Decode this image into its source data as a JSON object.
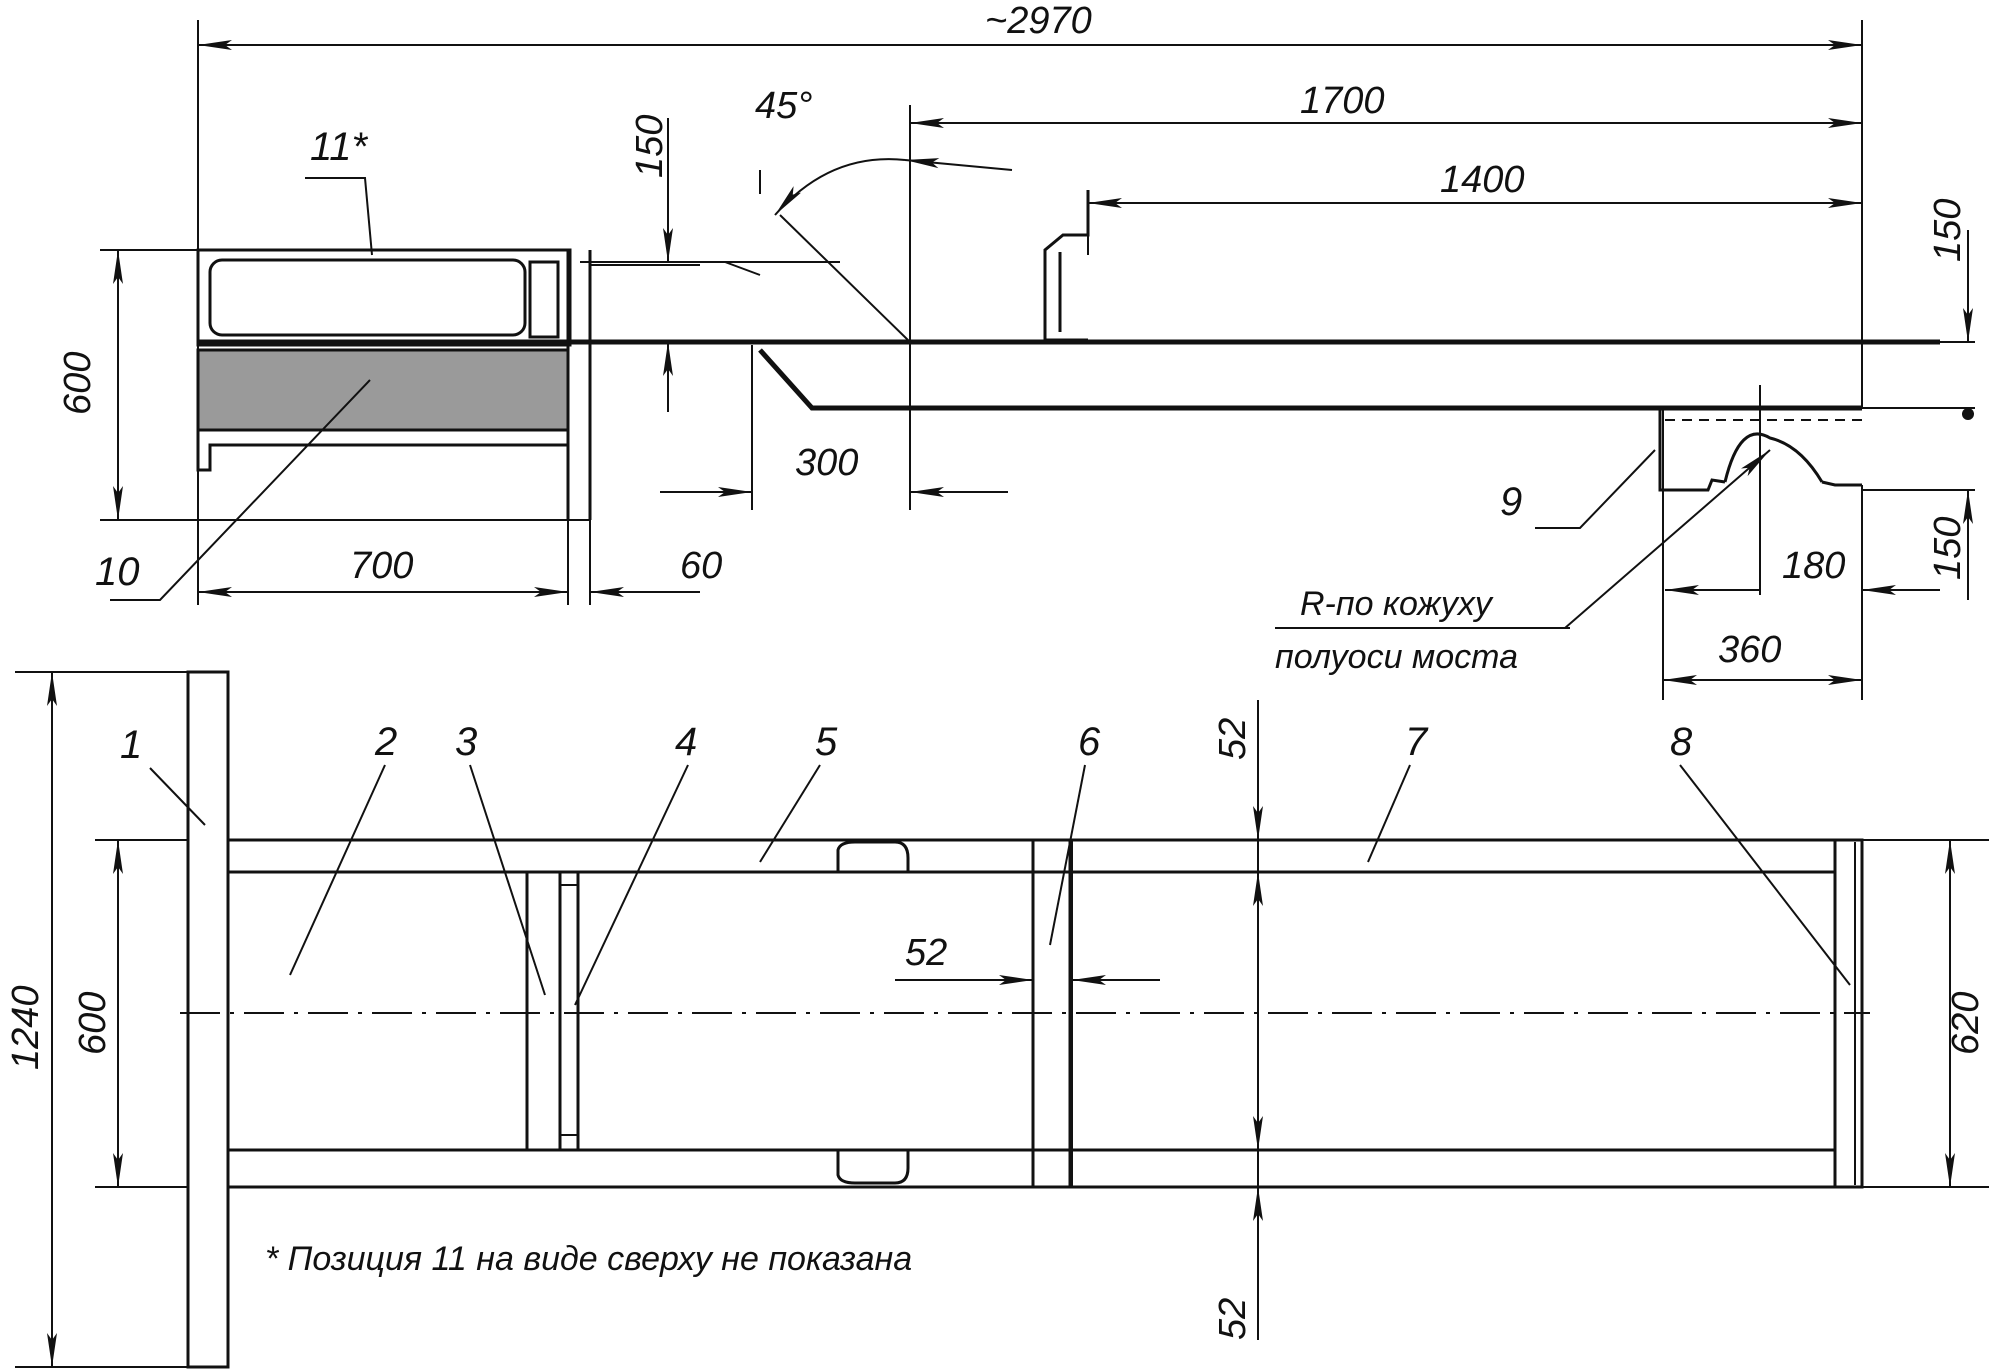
{
  "dimensions": {
    "overall_length": "~2970",
    "length_1700": "1700",
    "length_1400": "1400",
    "angle_45": "45°",
    "height_150_left": "150",
    "height_150_right_top": "150",
    "height_150_right_bottom": "150",
    "height_600_side": "600",
    "length_300": "300",
    "length_700": "700",
    "length_60": "60",
    "width_180": "180",
    "width_360": "360",
    "height_1240": "1240",
    "height_600_top": "600",
    "width_620": "620",
    "gap_52_mid": "52",
    "gap_52_top": "52",
    "gap_52_bottom": "52"
  },
  "labels": {
    "p1": "1",
    "p2": "2",
    "p3": "3",
    "p4": "4",
    "p5": "5",
    "p6": "6",
    "p7": "7",
    "p8": "8",
    "p9": "9",
    "p10": "10",
    "p11": "11*"
  },
  "annotations": {
    "radius_line1": "R-по кожуху",
    "radius_line2": "полуоси моста",
    "footnote": "* Позиция 11 на виде сверху не показана"
  }
}
